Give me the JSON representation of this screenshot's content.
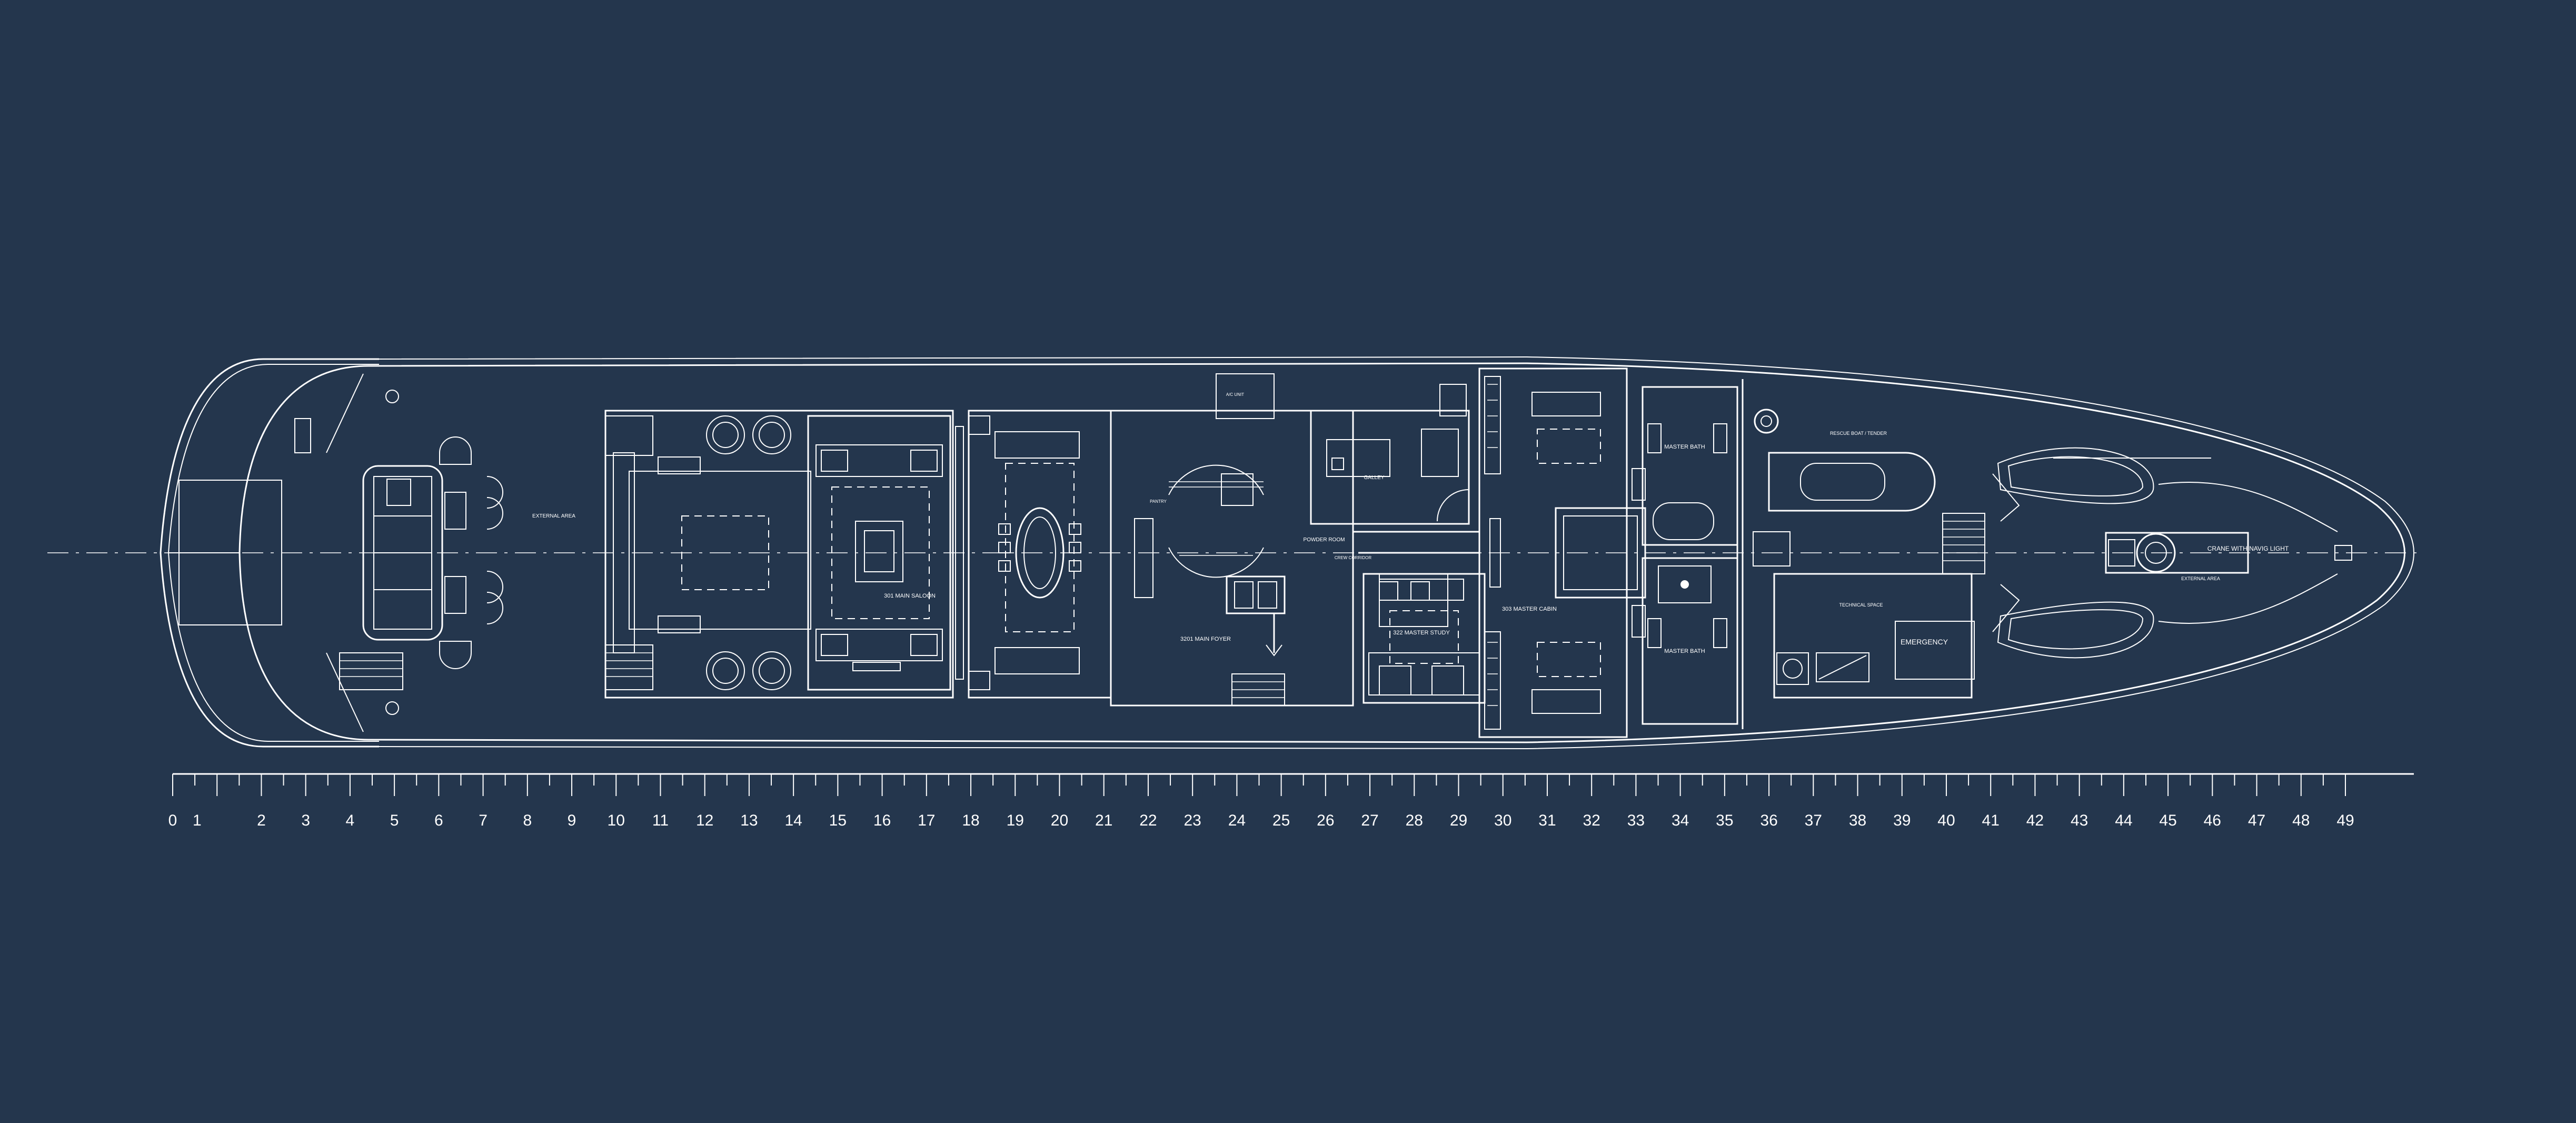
{
  "colors": {
    "background": "#24364d",
    "lines": "#ffffff"
  },
  "labels": {
    "external_aft": "EXTERNAL AREA",
    "main_saloon": "301 MAIN SALOON",
    "main_foyer": "3201 MAIN FOYER",
    "powder_room": "POWDER ROOM",
    "crew_corridor": "CREW CORRIDOR",
    "galley": "GALLEY",
    "pantry": "PANTRY",
    "ac_unit": "A/C UNIT",
    "master_study": "322 MASTER STUDY",
    "master_cabin": "303 MASTER CABIN",
    "master_bath_upper": "MASTER BATH",
    "master_bath_lower": "MASTER BATH",
    "tender_area": "RESCUE BOAT / TENDER",
    "technical_space": "TECHNICAL SPACE",
    "emergency": "EMERGENCY",
    "crane": "CRANE WITH NAVIG LIGHT",
    "external_fwd": "EXTERNAL AREA"
  },
  "scale": {
    "ticks": [
      "0",
      "1",
      "2",
      "3",
      "4",
      "5",
      "6",
      "7",
      "8",
      "9",
      "10",
      "11",
      "12",
      "13",
      "14",
      "15",
      "16",
      "17",
      "18",
      "19",
      "20",
      "21",
      "22",
      "23",
      "24",
      "25",
      "26",
      "27",
      "28",
      "29",
      "30",
      "31",
      "32",
      "33",
      "34",
      "35",
      "36",
      "37",
      "38",
      "39",
      "40",
      "41",
      "42",
      "43",
      "44",
      "45",
      "46",
      "47",
      "48",
      "49"
    ]
  }
}
